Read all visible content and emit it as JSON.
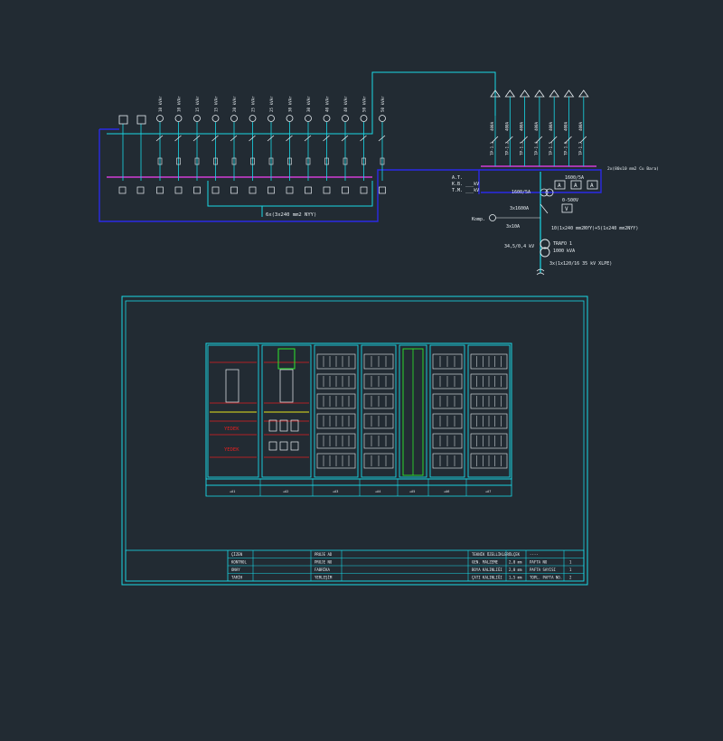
{
  "colors": {
    "background": "#222b33",
    "cyan": "#19d8e6",
    "white": "#e8eef2",
    "magenta": "#d23cd6",
    "blue": "#2a2ae6",
    "green": "#2ee82e",
    "red": "#e02020",
    "yellow": "#e6e61e"
  },
  "single_line": {
    "bus_label": "6x(3x240 mm2 NYY)",
    "busbar_label": "2x(80x10 mm2 Cu Bara)",
    "breaker_main": "1600/5A",
    "ct_label": "1600/5A",
    "voltmeter_label": "0-500V",
    "meter_fuse_label": "3x10A",
    "main_breaker_label": "3x1600A",
    "cable_label": "10(1x240 mm2NYY)+5(1x240 mm2NYY)",
    "transformer_ratio": "34,5/0,4 kV",
    "transformer_name": "TRAFO 1",
    "transformer_power": "1000 kVA",
    "hv_cable": "3x(1x120/16 35 kV XLPE)",
    "kompanzasyon": "Komp.",
    "kb_label": "K.B. ___kV",
    "tm_label": "T.M. ___kV",
    "at_label": "A.T.",
    "feeder_labels": [
      "TP-1.1",
      "TP-1.2",
      "TP-1.3",
      "TP-1.4",
      "TP-1.5",
      "TP-1.6",
      "TP-1.7"
    ],
    "feeder_ratings": [
      "400A",
      "400A",
      "400A",
      "400A",
      "400A",
      "400A",
      "400A"
    ],
    "comp_ratings": [
      "10 kVAr",
      "10 kVAr",
      "15 kVAr",
      "15 kVAr",
      "20 kVAr",
      "25 kVAr",
      "25 kVAr",
      "30 kVAr",
      "30 kVAr",
      "40 kVAr",
      "40 kVAr",
      "50 kVAr",
      "50 kVAr"
    ]
  },
  "panel": {
    "column_labels": [
      "+A1",
      "+A2",
      "+A3",
      "+A4",
      "+A5",
      "+A6",
      "+A7"
    ],
    "red_labels": [
      "YEDEK",
      "YEDEK"
    ],
    "title_block": {
      "rows": [
        [
          "ÇİZEN",
          "PROJE AD",
          "TEKNİK ÖZELLİKLER",
          "ÖLÇEK",
          "----"
        ],
        [
          "KONTROL",
          "PROJE NO",
          "GEN. MALZEME",
          "2,0 mm",
          "PAFTA NO",
          "1"
        ],
        [
          "ONAY",
          "FABRİKA",
          "BOYA KALINLIĞI",
          "2,0 mm",
          "PAFTA SAYISI",
          "1"
        ],
        [
          "TARİH",
          "YERLEŞİM",
          "ÇATI KALINLIĞI",
          "1,5 mm",
          "TOPL. PAFTA NO.",
          "2"
        ]
      ]
    }
  }
}
